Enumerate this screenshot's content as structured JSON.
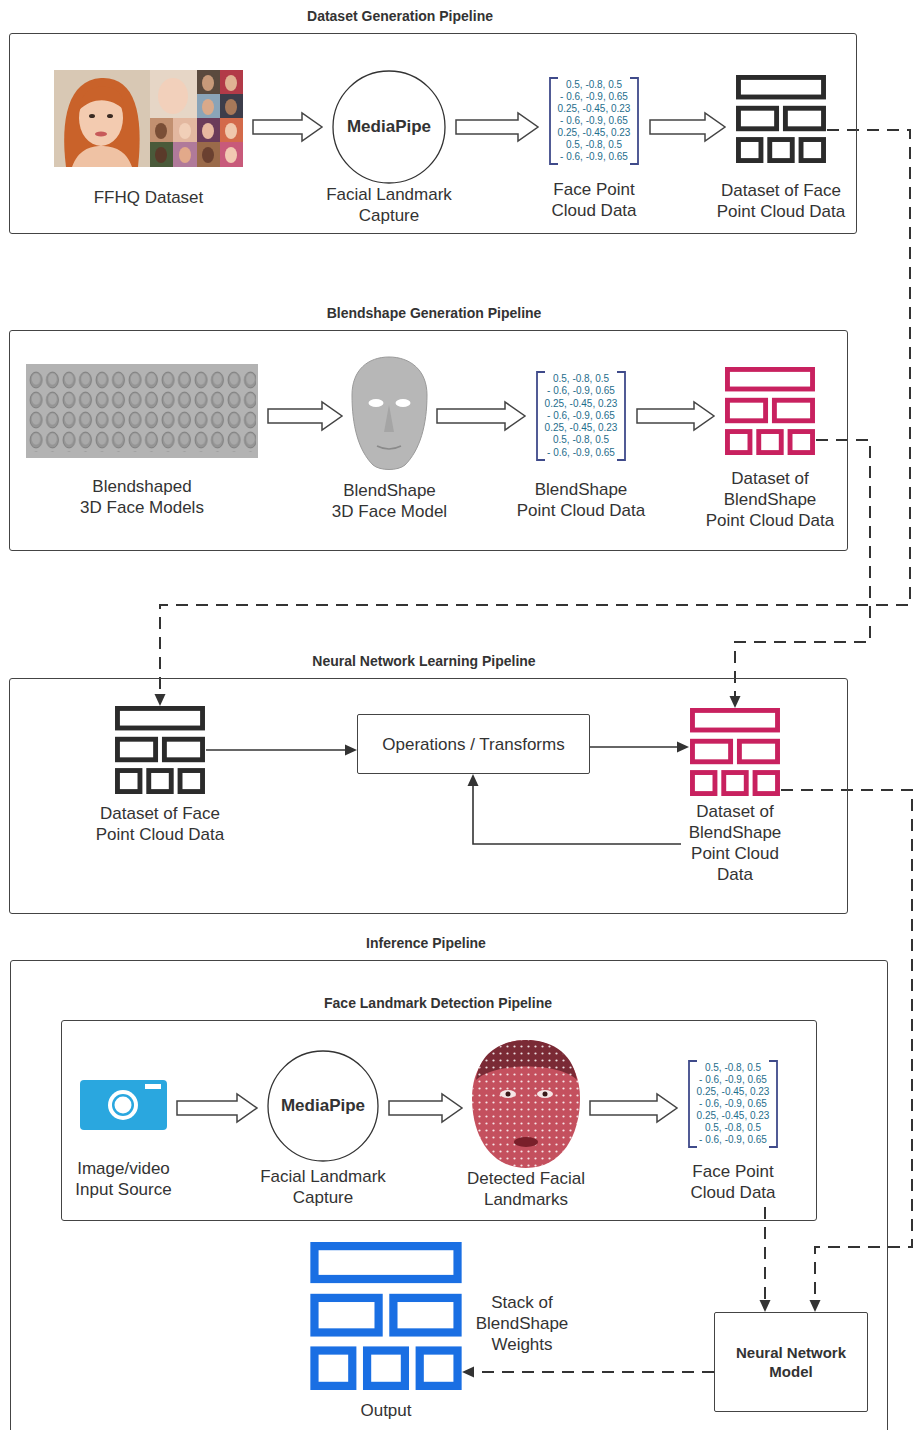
{
  "diagram": {
    "nodes": [
      {
        "text": [
          "Dataset Generation Pipeline"
        ]
      },
      {
        "text": [
          "FFHQ Dataset"
        ],
        "in": 0
      },
      {
        "text": [
          "MediaPipe",
          "Facial Landmark Capture"
        ],
        "in": 0
      },
      {
        "text": [
          "0.5, -0.8, 0.5",
          "- 0.6, -0.9, 0.65",
          "0.25, -0.45, 0.23",
          "- 0.6, -0.9, 0.65",
          "0.25, -0.45, 0.23",
          "0.5, -0.8, 0.5",
          "- 0.6, -0.9, 0.65",
          "Face Point Cloud Data"
        ],
        "in": 0
      },
      {
        "text": [
          "Dataset of Face Point Cloud Data"
        ],
        "in": 0
      },
      {
        "text": [
          "Blendshape Generation Pipeline"
        ]
      },
      {
        "text": [
          "Blendshaped 3D Face Models"
        ],
        "in": 5
      },
      {
        "text": [
          "BlendShape 3D Face Model"
        ],
        "in": 5
      },
      {
        "text": [
          "0.5, -0.8, 0.5",
          "- 0.6, -0.9, 0.65",
          "0.25, -0.45, 0.23",
          "- 0.6, -0.9, 0.65",
          "0.25, -0.45, 0.23",
          "0.5, -0.8, 0.5",
          "- 0.6, -0.9, 0.65",
          "BlendShape Point Cloud Data"
        ],
        "in": 5
      },
      {
        "text": [
          "Dataset of BlendShape Point Cloud Data"
        ],
        "in": 5
      },
      {
        "text": [
          "Neural Network Learning Pipeline"
        ]
      },
      {
        "text": [
          "Dataset of Face Point Cloud Data"
        ],
        "in": 10
      },
      {
        "text": [
          "Operations / Transforms"
        ],
        "in": 10
      },
      {
        "text": [
          "Dataset of BlendShape Point Cloud Data"
        ],
        "in": 10
      },
      {
        "text": [
          "Inference Pipeline"
        ]
      },
      {
        "text": [
          "Face Landmark Detection Pipeline"
        ],
        "in": 14
      },
      {
        "text": [
          "Image/video Input Source"
        ],
        "in": 15
      },
      {
        "text": [
          "MediaPipe",
          "Facial Landmark Capture"
        ],
        "in": 15
      },
      {
        "text": [
          "Detected Facial Landmarks"
        ],
        "in": 15
      },
      {
        "text": [
          "0.5, -0.8, 0.5",
          "- 0.6, -0.9, 0.65",
          "0.25, -0.45, 0.23",
          "- 0.6, -0.9, 0.65",
          "0.25, -0.45, 0.23",
          "0.5, -0.8, 0.5",
          "- 0.6, -0.9, 0.65",
          "Face Point Cloud Data"
        ],
        "in": 15
      },
      {
        "text": [
          "Neural Network Model"
        ],
        "in": 14
      },
      {
        "text": [
          "Stack of BlendShape Weights",
          "Output"
        ],
        "in": 14
      }
    ],
    "edges": [
      {
        "from": 1,
        "to": 2,
        "arrow": "to"
      },
      {
        "from": 2,
        "to": 3,
        "arrow": "to"
      },
      {
        "from": 3,
        "to": 4,
        "arrow": "to"
      },
      {
        "from": 4,
        "to": 11,
        "arrow": "to"
      },
      {
        "from": 6,
        "to": 7,
        "arrow": "to"
      },
      {
        "from": 7,
        "to": 8,
        "arrow": "to"
      },
      {
        "from": 8,
        "to": 9,
        "arrow": "to"
      },
      {
        "from": 9,
        "to": 13,
        "arrow": "to"
      },
      {
        "from": 11,
        "to": 12,
        "arrow": "to"
      },
      {
        "from": 12,
        "to": 13,
        "arrow": "to"
      },
      {
        "from": 13,
        "to": 12,
        "arrow": "to"
      },
      {
        "from": 13,
        "to": 20,
        "arrow": "to"
      },
      {
        "from": 16,
        "to": 17,
        "arrow": "to"
      },
      {
        "from": 17,
        "to": 18,
        "arrow": "to"
      },
      {
        "from": 18,
        "to": 19,
        "arrow": "to"
      },
      {
        "from": 19,
        "to": 20,
        "arrow": "to"
      },
      {
        "from": 20,
        "to": 21,
        "arrow": "to"
      }
    ]
  }
}
